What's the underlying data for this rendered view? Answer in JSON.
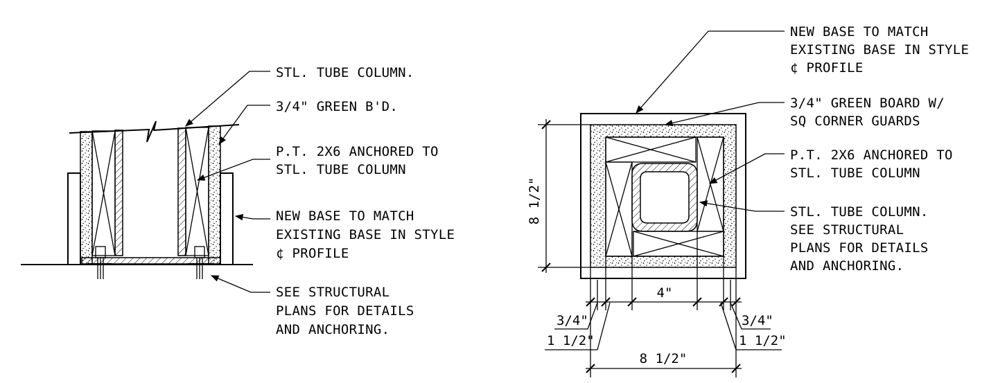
{
  "section": {
    "notes": [
      [
        "STL. TUBE COLUMN."
      ],
      [
        "3/4\" GREEN B'D."
      ],
      [
        "P.T. 2X6 ANCHORED TO",
        "STL. TUBE COLUMN"
      ],
      [
        "NEW BASE TO MATCH",
        "EXISTING BASE IN STYLE",
        "¢ PROFILE"
      ],
      [
        "SEE STRUCTURAL",
        "PLANS FOR DETAILS",
        "AND ANCHORING."
      ]
    ]
  },
  "plan": {
    "notes": [
      [
        "NEW BASE TO MATCH",
        "EXISTING BASE IN STYLE",
        "¢ PROFILE"
      ],
      [
        "3/4\" GREEN BOARD W/",
        "SQ CORNER GUARDS"
      ],
      [
        "P.T. 2X6 ANCHORED TO",
        "STL. TUBE COLUMN"
      ],
      [
        "STL. TUBE COLUMN.",
        "SEE STRUCTURAL",
        "PLANS FOR DETAILS",
        "AND ANCHORING."
      ]
    ],
    "dims": {
      "height": "8 1/2\"",
      "tube_width": "4\"",
      "board_left": "3/4\"",
      "stud_left": "1 1/2\"",
      "board_right": "3/4\"",
      "stud_right": "1 1/2\"",
      "overall_width": "8 1/2\""
    }
  }
}
